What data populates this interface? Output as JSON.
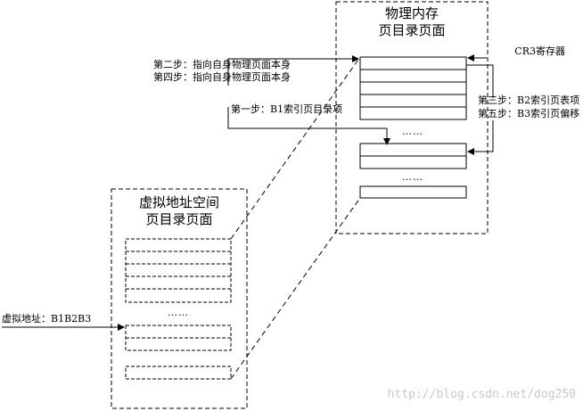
{
  "physical_memory": {
    "title_line1": "物理内存",
    "title_line2": "页目录页面",
    "dots_top": "……",
    "dots_bottom": "……"
  },
  "virtual_space": {
    "title_line1": "虚拟地址空间",
    "title_line2": "页目录页面",
    "dots": "……"
  },
  "labels": {
    "cr3": "CR3寄存器",
    "step2": "第二步：指向自身物理页面本身",
    "step4": "第四步：指向自身物理页面本身",
    "step1": "第一步：B1索引页目录项",
    "step3": "第三步：B2索引页表项",
    "step5": "第五步：B3索引页偏移",
    "virtual_address": "虚拟地址：B1B2B3"
  },
  "watermark": "http://blog.csdn.net/dog250"
}
